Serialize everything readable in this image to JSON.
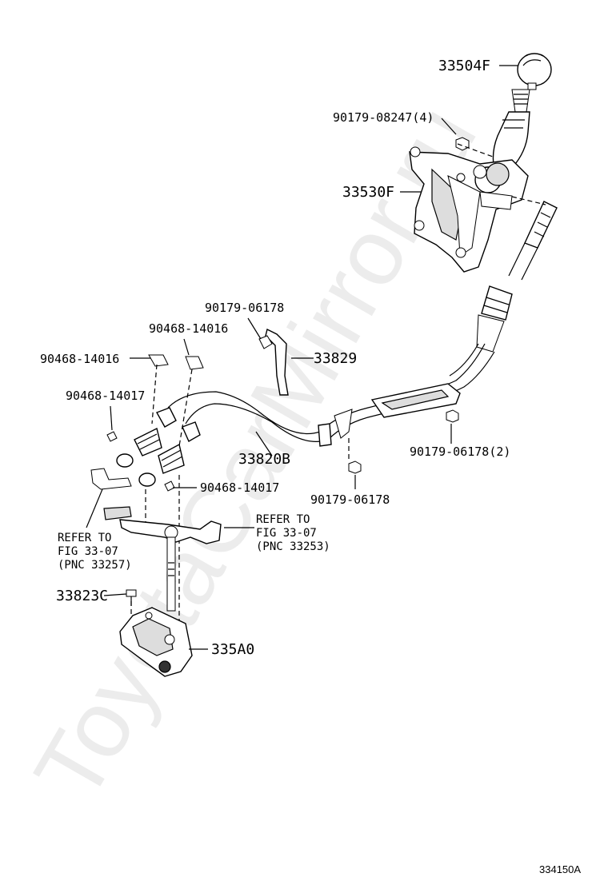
{
  "diagram": {
    "watermark": "ToyotaCarMirror.ru",
    "figure_code": "334150A",
    "labels": {
      "knob": "33504F",
      "nut_upper": "90179-08247(4)",
      "shift_lever_housing": "33530F",
      "nut_bracket": "90179-06178",
      "bracket": "33829",
      "clip_left": "90468-14016",
      "clip_right": "90468-14016",
      "clip_lower_left": "90468-14017",
      "clip_lower_right": "90468-14017",
      "cable": "33820B",
      "nut_right": "90179-06178(2)",
      "nut_mid": "90179-06178",
      "bolt": "33823C",
      "trans_bracket": "335A0"
    },
    "refs": {
      "left": {
        "line1": "REFER TO",
        "line2": "FIG 33-07",
        "line3": "(PNC 33257)"
      },
      "right": {
        "line1": "REFER TO",
        "line2": "FIG 33-07",
        "line3": "(PNC 33253)"
      }
    }
  }
}
